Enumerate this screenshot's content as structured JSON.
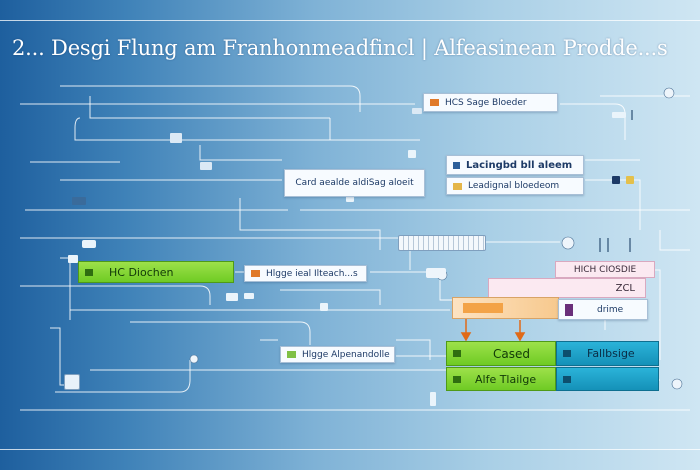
{
  "title": "2... Desgi Flung am Franhonmeadfincl | Alfeasinean Prodde...s",
  "nodes": {
    "hcs_stage_blocker": "HCS Sage Bloeder",
    "leadingbd_bilaleem": "Lacingbd bll aleem",
    "leadignal_bloedeom": "Leadignal bloedeom",
    "card_asealde": "Card aealde aldiSag aloeit",
    "hc_diochen": "HC Diochen",
    "hlgge_ieal": "Hlgge ieal Ilteach...s",
    "hlch_closdie": "HICH CIOSDIE",
    "zcl": "ZCL",
    "drime": "drime",
    "hlgge_alpenando": "Hlgge Alpenandolle",
    "cased": "Cased",
    "fallbsige": "Fallbsige",
    "alfe_tlailge": "Alfe Tlailge"
  },
  "colors": {
    "bg_left": "#1e5f9e",
    "bg_right": "#cfe6f3",
    "green_node": "#7bd132",
    "teal_node": "#1ea3c9",
    "pink_node": "#fbe9f1",
    "peach_node": "#f9cf98",
    "wire": "#ffffff"
  },
  "icons": [
    "plug-icon",
    "monitor-icon",
    "gear-icon",
    "lock-icon",
    "cable-icon"
  ]
}
